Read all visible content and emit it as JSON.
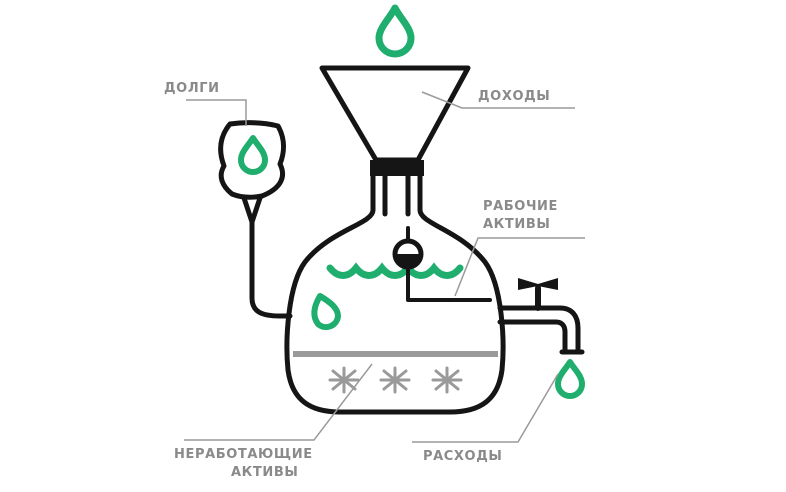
{
  "labels": {
    "debts": "ДОЛГИ",
    "income": "ДОХОДЫ",
    "working_assets_line1": "РАБОЧИЕ",
    "working_assets_line2": "АКТИВЫ",
    "idle_assets_line1": "НЕРАБОТАЮЩИЕ",
    "idle_assets_line2": "АКТИВЫ",
    "expenses": "РАСХОДЫ"
  },
  "colors": {
    "accent": "#1fae6e",
    "ink": "#151515",
    "label": "#8a8a8a",
    "background": "#ffffff"
  },
  "icons": [
    "drop-icon",
    "snowflake-icon",
    "funnel-icon",
    "tap-icon",
    "bulb-icon",
    "float-icon"
  ]
}
